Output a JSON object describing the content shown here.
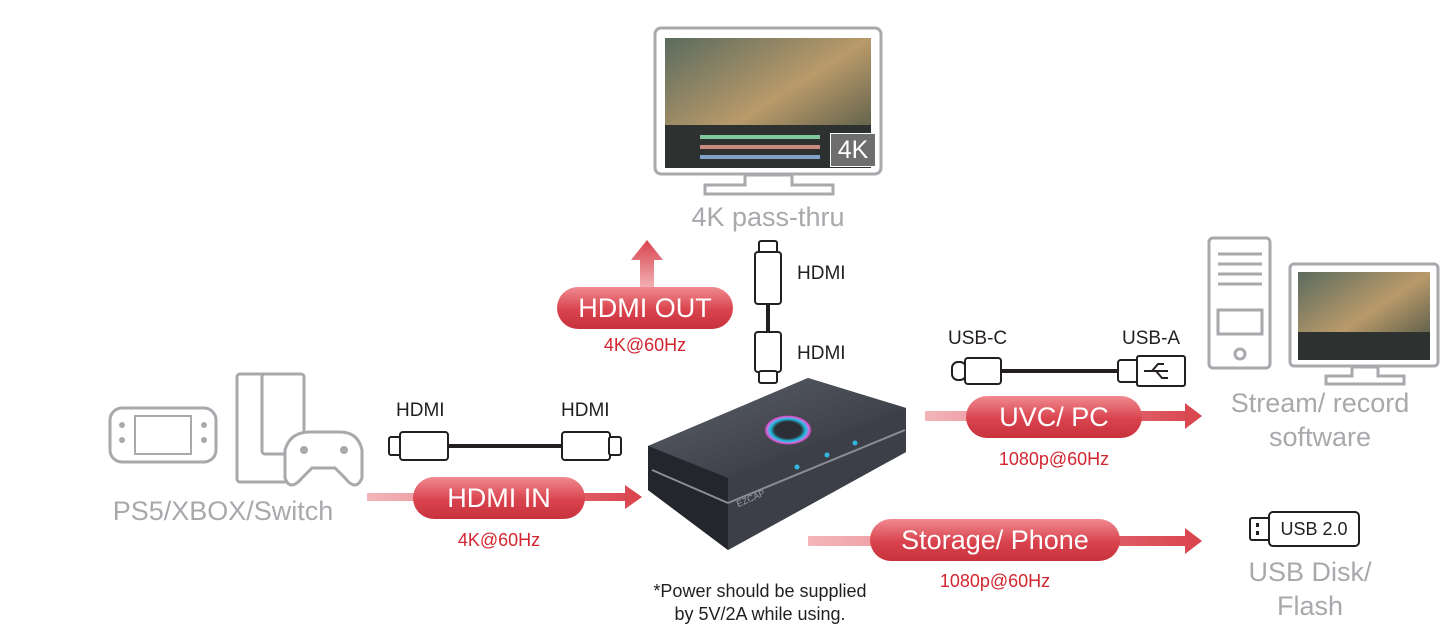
{
  "monitor": {
    "badge": "4K",
    "caption": "4K pass-thru"
  },
  "hdmi_out": {
    "label": "HDMI OUT",
    "spec": "4K@60Hz",
    "top_plug": "HDMI",
    "bottom_plug": "HDMI"
  },
  "hdmi_in": {
    "label": "HDMI IN",
    "spec": "4K@60Hz",
    "left_plug": "HDMI",
    "right_plug": "HDMI"
  },
  "consoles": {
    "caption": "PS5/XBOX/Switch"
  },
  "uvc": {
    "label": "UVC/ PC",
    "spec": "1080p@60Hz",
    "left_plug": "USB-C",
    "right_plug": "USB-A"
  },
  "pc": {
    "caption_line1": "Stream/ record",
    "caption_line2": "software"
  },
  "storage": {
    "label": "Storage/ Phone",
    "spec": "1080p@60Hz"
  },
  "usb_disk": {
    "badge": "USB 2.0",
    "caption_line1": "USB Disk/",
    "caption_line2": "Flash"
  },
  "device": {
    "brand": "EZCAP"
  },
  "power_note": {
    "line1": "*Power should be supplied",
    "line2": "by 5V/2A while using."
  },
  "colors": {
    "accent_red": "#d22630",
    "pill_red": "#d9434d",
    "gray_text": "#a7a9ac",
    "device_dark": "#3a3d44"
  }
}
